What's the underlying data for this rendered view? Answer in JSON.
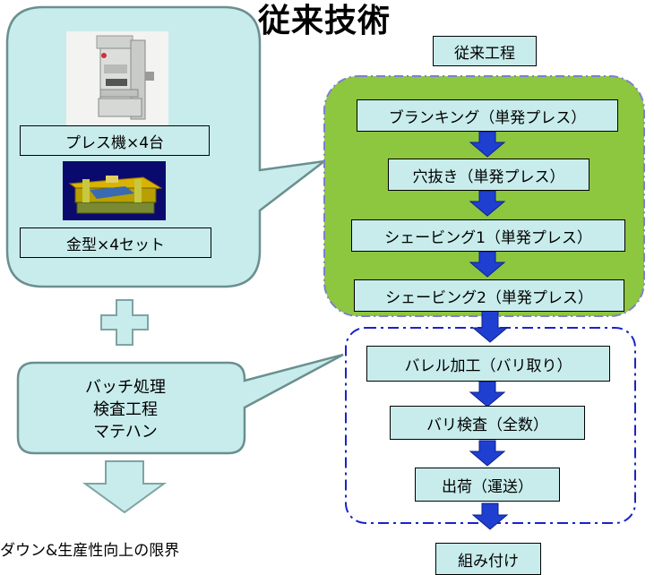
{
  "title": "従来技術",
  "equipment": {
    "press_label": "プレス機×4台",
    "die_label": "金型×4セット"
  },
  "batch_callout": {
    "lines": [
      "バッチ処理",
      "検査工程",
      "マテハン"
    ]
  },
  "bottom_text": "ダウン&生産性向上の限界",
  "process": {
    "header": "従来工程",
    "press_steps": [
      "ブランキング（単発プレス）",
      "穴抜き（単発プレス）",
      "シェービング1（単発プレス）",
      "シェービング2（単発プレス）"
    ],
    "post_steps": [
      "バレル加工（バリ取り）",
      "バリ検査（全数）",
      "出荷（運送）"
    ],
    "final": "組み付け"
  },
  "colors": {
    "callout_fill": "#c8ecec",
    "callout_border": "#6a8f8f",
    "press_group_fill": "#8dc63f",
    "press_group_border": "#7f7fcf",
    "post_group_border": "#1b22c8",
    "arrow_blue": "#1f3fd0",
    "plus_fill": "#c8ecec"
  }
}
